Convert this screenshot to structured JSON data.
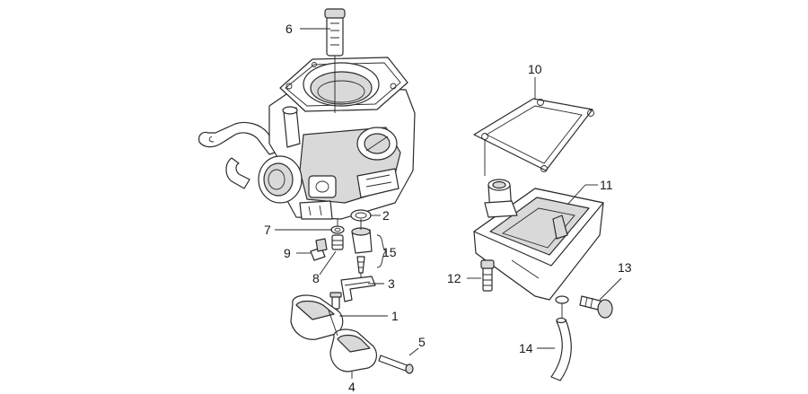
{
  "callouts": {
    "c1": "1",
    "c2": "2",
    "c3": "3",
    "c4": "4",
    "c5": "5",
    "c6": "6",
    "c7": "7",
    "c8": "8",
    "c9": "9",
    "c10": "10",
    "c11": "11",
    "c12": "12",
    "c13": "13",
    "c14": "14",
    "c15": "15"
  },
  "colors": {
    "line": "#2b2b2b",
    "shade": "#d9d9d9",
    "background": "#ffffff"
  }
}
